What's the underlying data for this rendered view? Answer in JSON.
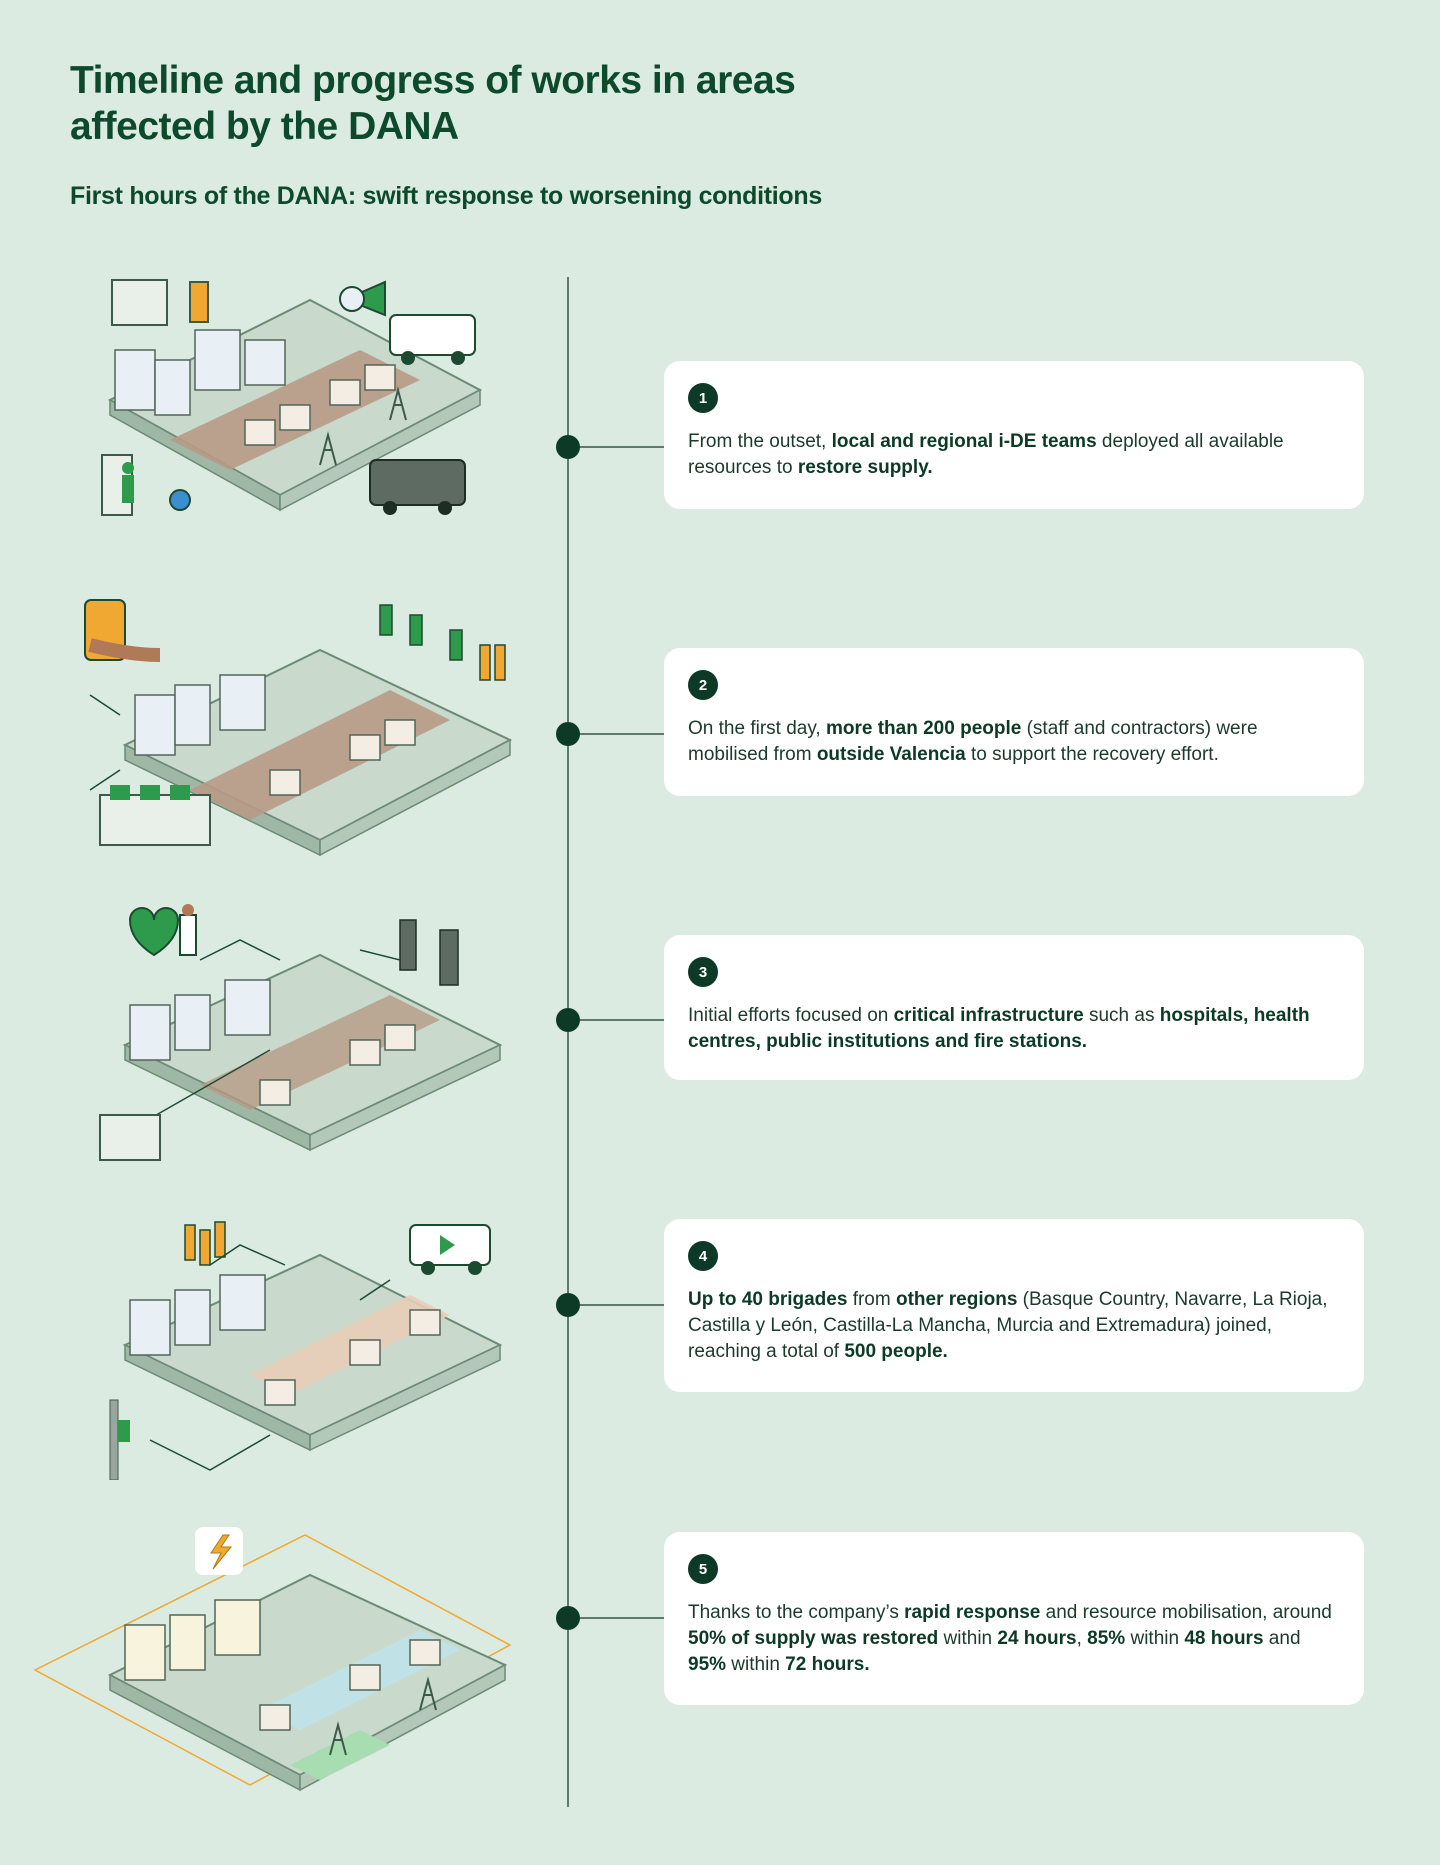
{
  "header": {
    "title": "Timeline and progress of works in areas affected by the DANA",
    "subtitle": "First hours of the DANA: swift response to worsening conditions"
  },
  "colors": {
    "background": "#dcebe1",
    "dark_green": "#0c3a26",
    "accent_green": "#2e9b4c",
    "mud": "#b79a86",
    "power_orange": "#f0a832"
  },
  "steps": [
    {
      "number": "1",
      "segments": [
        {
          "t": "From the outset, ",
          "b": false
        },
        {
          "t": "local and regional i-DE teams",
          "b": true
        },
        {
          "t": " deployed all available resources to ",
          "b": false
        },
        {
          "t": "restore supply.",
          "b": true
        }
      ]
    },
    {
      "number": "2",
      "segments": [
        {
          "t": "On the first day, ",
          "b": false
        },
        {
          "t": "more than 200 people",
          "b": true
        },
        {
          "t": " (staff and contractors) were mobilised from ",
          "b": false
        },
        {
          "t": "outside Valencia",
          "b": true
        },
        {
          "t": " to support the recovery effort.",
          "b": false
        }
      ]
    },
    {
      "number": "3",
      "segments": [
        {
          "t": "Initial efforts focused on ",
          "b": false
        },
        {
          "t": "critical infrastructure",
          "b": true
        },
        {
          "t": " such as ",
          "b": false
        },
        {
          "t": "hospitals, health centres, public institutions and fire stations.",
          "b": true
        }
      ]
    },
    {
      "number": "4",
      "segments": [
        {
          "t": "Up to 40 brigades",
          "b": true
        },
        {
          "t": " from ",
          "b": false
        },
        {
          "t": "other regions",
          "b": true
        },
        {
          "t": " (Basque Country, Navarre, La Rioja, Castilla y León, Castilla-La Mancha, Murcia and Extremadura) joined, reaching a total of ",
          "b": false
        },
        {
          "t": "500 people.",
          "b": true
        }
      ]
    },
    {
      "number": "5",
      "segments": [
        {
          "t": "Thanks to the company’s ",
          "b": false
        },
        {
          "t": "rapid response",
          "b": true
        },
        {
          "t": " and resource mobilisation, around ",
          "b": false
        },
        {
          "t": "50% of supply was restored",
          "b": true
        },
        {
          "t": " within ",
          "b": false
        },
        {
          "t": "24 hours",
          "b": true
        },
        {
          "t": ", ",
          "b": false
        },
        {
          "t": "85%",
          "b": true
        },
        {
          "t": " within ",
          "b": false
        },
        {
          "t": "48 hours",
          "b": true
        },
        {
          "t": " and ",
          "b": false
        },
        {
          "t": "95%",
          "b": true
        },
        {
          "t": " within ",
          "b": false
        },
        {
          "t": "72 hours.",
          "b": true
        }
      ]
    }
  ]
}
